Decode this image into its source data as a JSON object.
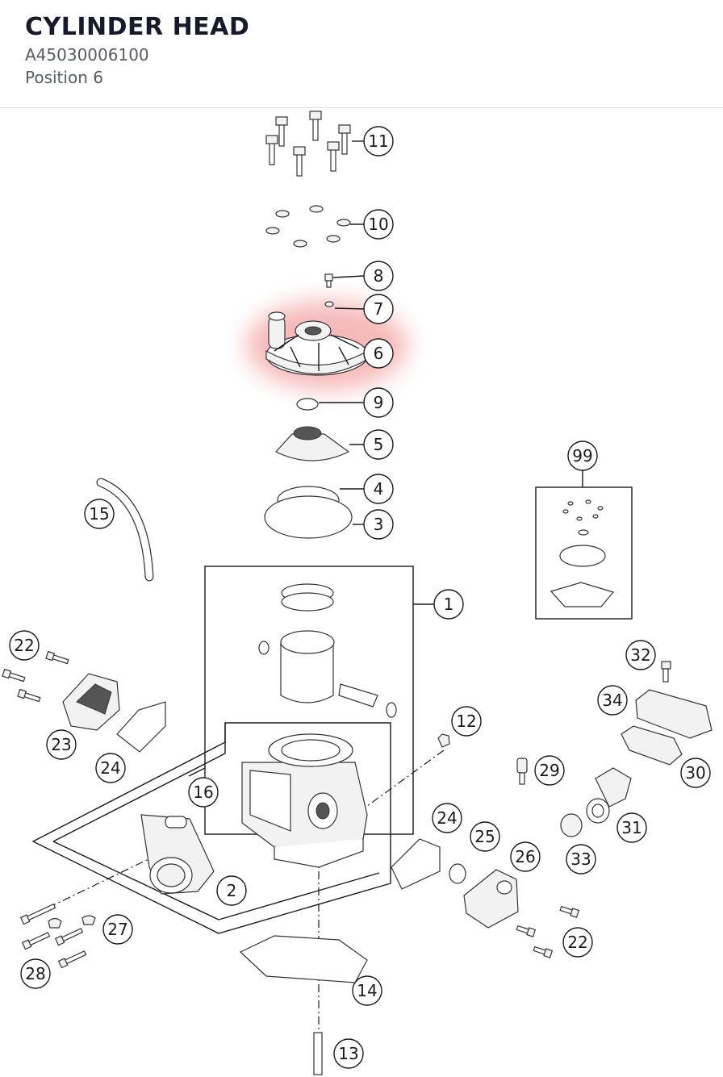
{
  "header": {
    "title": "CYLINDER HEAD",
    "part_number": "A45030006100",
    "position": "Position 6"
  },
  "highlight": {
    "color": "#f08080",
    "part": "6"
  },
  "callouts": [
    {
      "id": "11",
      "label": "11"
    },
    {
      "id": "10",
      "label": "10"
    },
    {
      "id": "8",
      "label": "8"
    },
    {
      "id": "7",
      "label": "7"
    },
    {
      "id": "6",
      "label": "6"
    },
    {
      "id": "9",
      "label": "9"
    },
    {
      "id": "5",
      "label": "5"
    },
    {
      "id": "4",
      "label": "4"
    },
    {
      "id": "3",
      "label": "3"
    },
    {
      "id": "99",
      "label": "99"
    },
    {
      "id": "15",
      "label": "15"
    },
    {
      "id": "1",
      "label": "1"
    },
    {
      "id": "22a",
      "label": "22"
    },
    {
      "id": "23",
      "label": "23"
    },
    {
      "id": "24a",
      "label": "24"
    },
    {
      "id": "16",
      "label": "16"
    },
    {
      "id": "12",
      "label": "12"
    },
    {
      "id": "29",
      "label": "29"
    },
    {
      "id": "32",
      "label": "32"
    },
    {
      "id": "34",
      "label": "34"
    },
    {
      "id": "30",
      "label": "30"
    },
    {
      "id": "31",
      "label": "31"
    },
    {
      "id": "33",
      "label": "33"
    },
    {
      "id": "24b",
      "label": "24"
    },
    {
      "id": "25",
      "label": "25"
    },
    {
      "id": "26",
      "label": "26"
    },
    {
      "id": "2",
      "label": "2"
    },
    {
      "id": "27",
      "label": "27"
    },
    {
      "id": "28",
      "label": "28"
    },
    {
      "id": "22b",
      "label": "22"
    },
    {
      "id": "14",
      "label": "14"
    },
    {
      "id": "13",
      "label": "13"
    }
  ]
}
